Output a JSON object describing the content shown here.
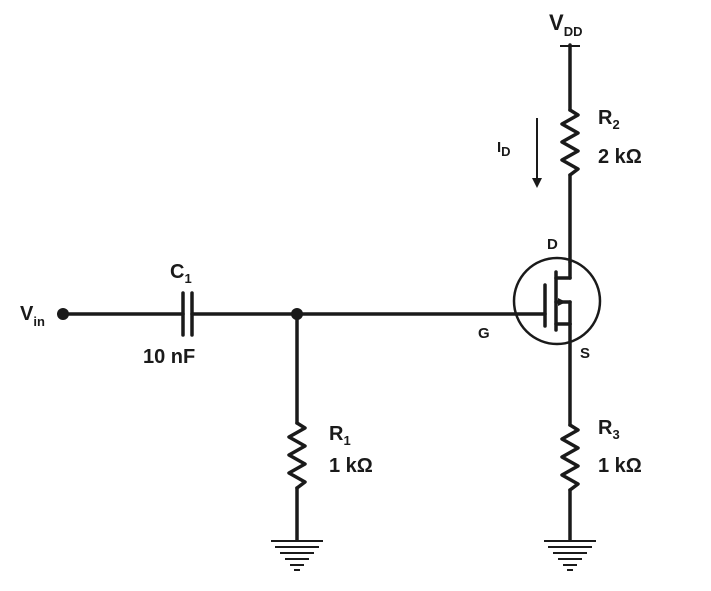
{
  "vdd": {
    "main": "V",
    "sub": "DD"
  },
  "vin": {
    "main": "V",
    "sub": "in"
  },
  "c1": {
    "main": "C",
    "sub": "1",
    "value": "10 nF"
  },
  "r1": {
    "main": "R",
    "sub": "1",
    "value": "1 kΩ"
  },
  "r2": {
    "main": "R",
    "sub": "2",
    "value": "2 kΩ"
  },
  "r3": {
    "main": "R",
    "sub": "3",
    "value": "1 kΩ"
  },
  "id": {
    "main": "I",
    "sub": "D"
  },
  "mosfet": {
    "gate": "G",
    "drain": "D",
    "source": "S"
  }
}
